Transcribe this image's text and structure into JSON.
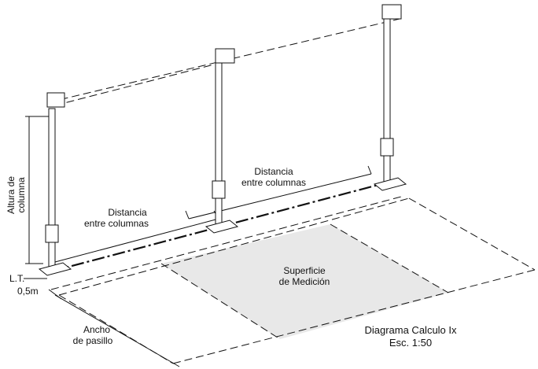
{
  "labels": {
    "distance_near_line1": "Distancia",
    "distance_near_line2": "entre columnas",
    "distance_far_line1": "Distancia",
    "distance_far_line2": "entre columnas",
    "height_line1": "Altura de",
    "height_line2": "columna",
    "lt": "L.T.",
    "offset": "0,5m",
    "aisle_line1": "Ancho",
    "aisle_line2": "de pasillo",
    "surface_line1": "Superficie",
    "surface_line2": "de Medición",
    "diagram_title": "Diagrama Calculo Ix",
    "scale": "Esc. 1:50"
  },
  "colors": {
    "ink": "#111111",
    "surface_fill": "#e8e8e8",
    "background": "#ffffff"
  }
}
